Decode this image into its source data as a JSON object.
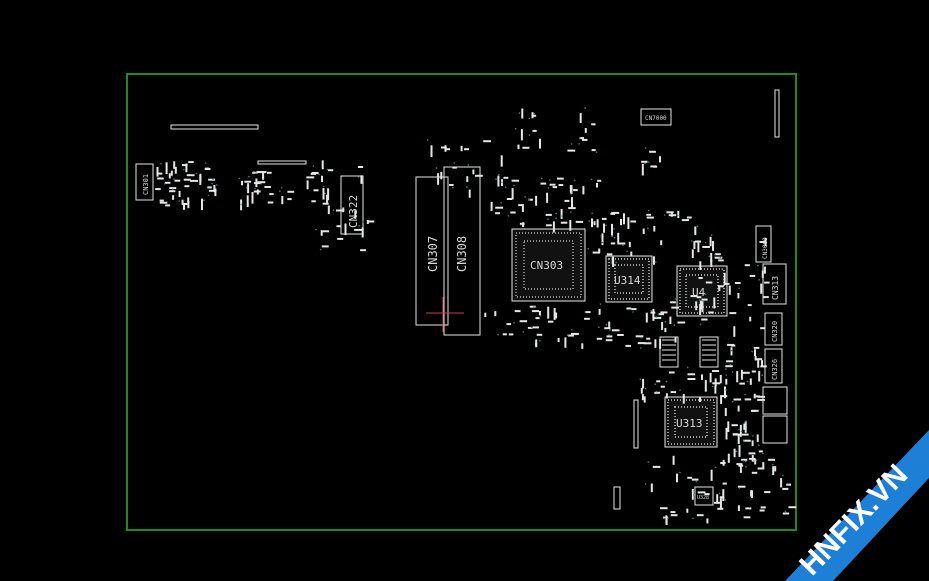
{
  "board": {
    "outline_color": "#1f8a1f",
    "part_color": "#e6e6e6",
    "pad_color": "#bdbdbd",
    "via_color": "#2a8f8f"
  },
  "components": {
    "cn301": "CN301",
    "cn322": "CN322",
    "cn307": "CN307",
    "cn308": "CN308",
    "cn303": "CN303",
    "u314": "U314",
    "u4": "U4",
    "u313": "U313",
    "cn313": "CN313",
    "cn320": "CN320",
    "cn326": "CN326",
    "cn7000": "CN7000",
    "cn3000": "CN3000",
    "u328": "U328"
  },
  "watermark": {
    "text": "HNFIX.VN",
    "band_color": "#1e7fd6",
    "text_color": "#ffffff"
  }
}
